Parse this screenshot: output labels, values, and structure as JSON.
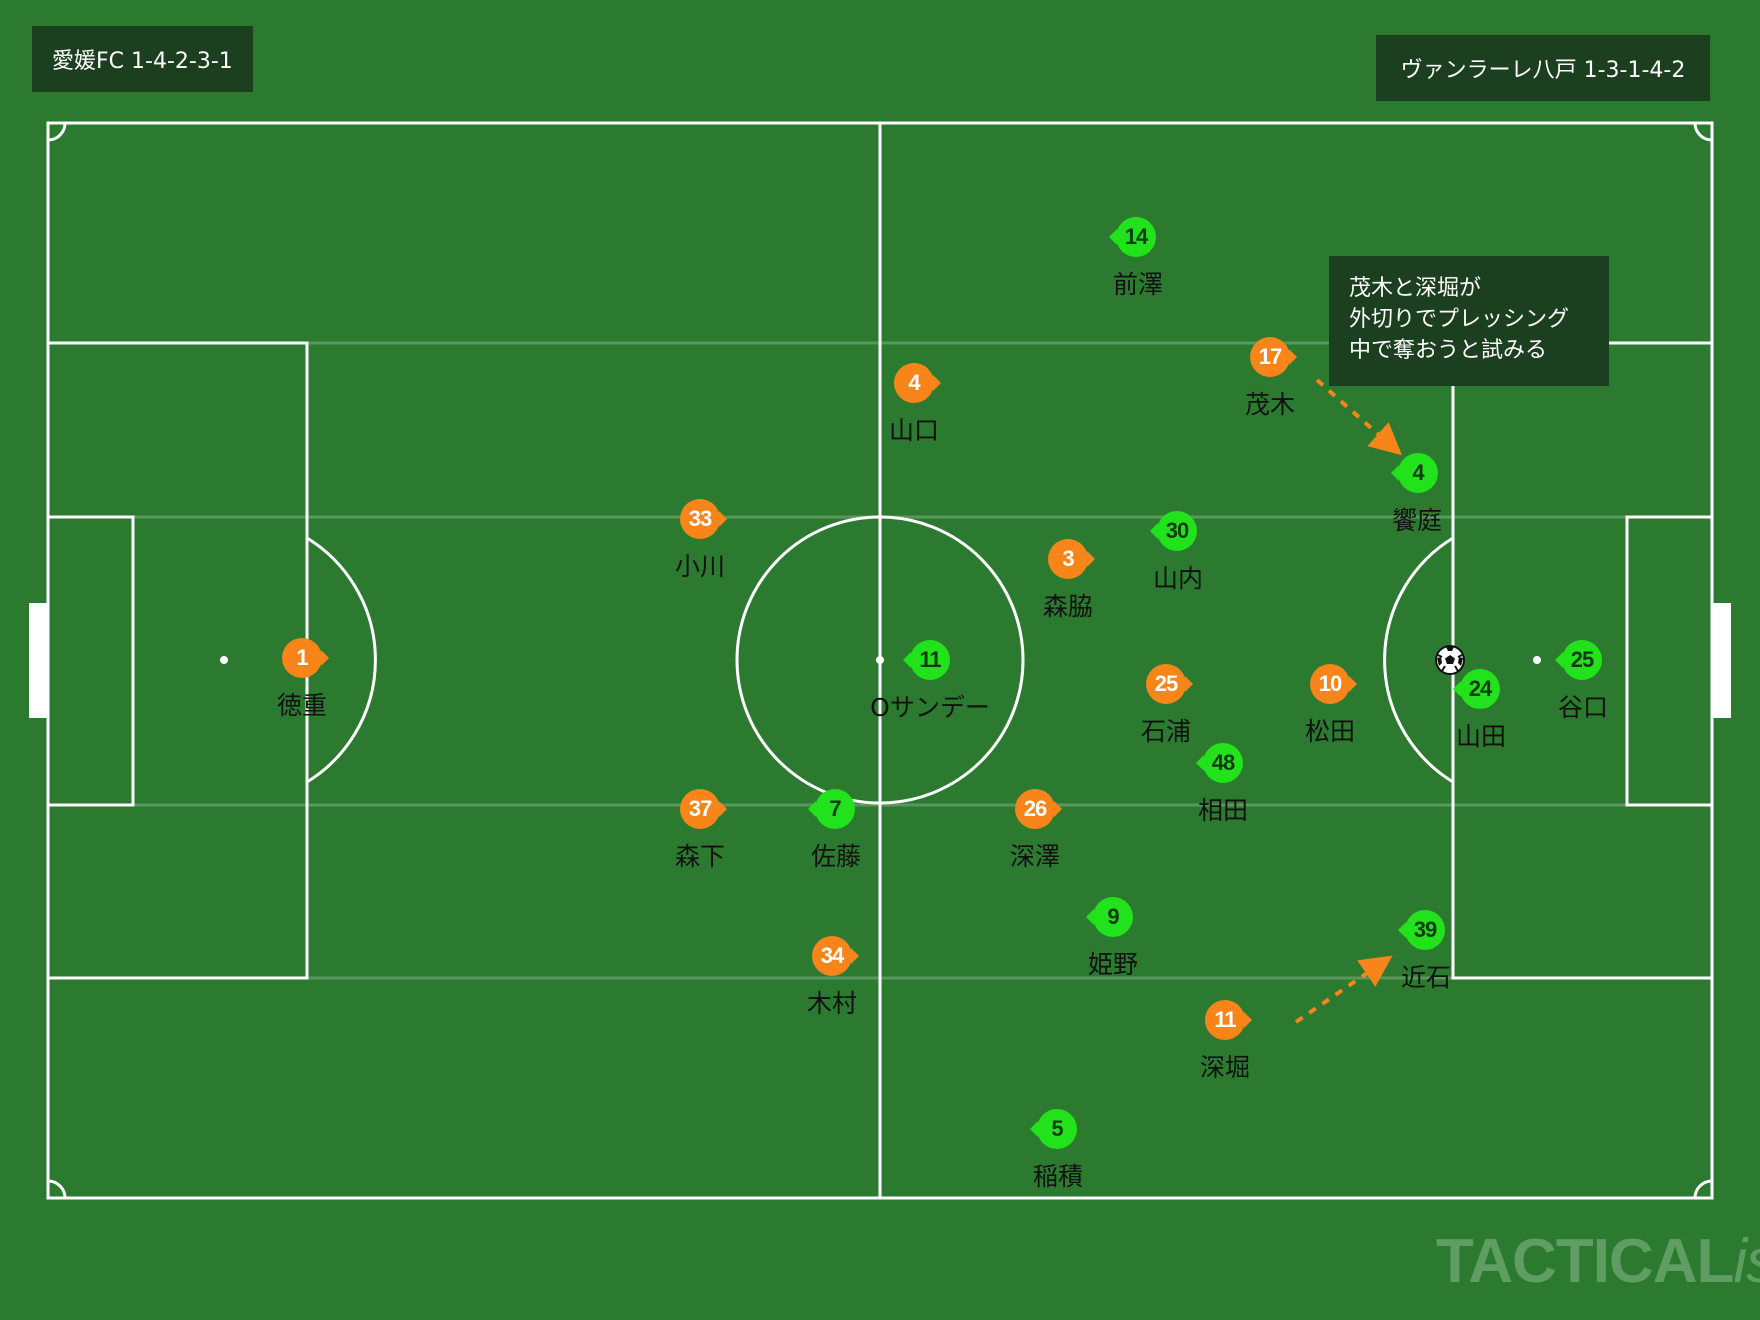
{
  "teams": {
    "home": {
      "label": "愛媛FC 1-4-2-3-1",
      "color": "#f7851a"
    },
    "away": {
      "label": "ヴァンラーレ八戸 1-3-1-4-2",
      "color": "#22e21c"
    }
  },
  "home_players": [
    {
      "number": "1",
      "name": "徳重"
    },
    {
      "number": "33",
      "name": "小川"
    },
    {
      "number": "37",
      "name": "森下"
    },
    {
      "number": "34",
      "name": "木村"
    },
    {
      "number": "4",
      "name": "山口"
    },
    {
      "number": "3",
      "name": "森脇"
    },
    {
      "number": "25",
      "name": "石浦"
    },
    {
      "number": "26",
      "name": "深澤"
    },
    {
      "number": "17",
      "name": "茂木"
    },
    {
      "number": "10",
      "name": "松田"
    },
    {
      "number": "11",
      "name": "深堀"
    }
  ],
  "away_players": [
    {
      "number": "14",
      "name": "前澤"
    },
    {
      "number": "11",
      "name": "Oサンデー"
    },
    {
      "number": "7",
      "name": "佐藤"
    },
    {
      "number": "30",
      "name": "山内"
    },
    {
      "number": "48",
      "name": "相田"
    },
    {
      "number": "9",
      "name": "姫野"
    },
    {
      "number": "5",
      "name": "稲積"
    },
    {
      "number": "4",
      "name": "饗庭"
    },
    {
      "number": "24",
      "name": "山田"
    },
    {
      "number": "39",
      "name": "近石"
    },
    {
      "number": "25",
      "name": "谷口"
    }
  ],
  "annotation": {
    "lines": [
      "茂木と深堀が",
      "外切りでプレッシング",
      "中で奪おうと試みる"
    ]
  },
  "colors": {
    "pitch": "#2b7a30",
    "lines": "#ffffff",
    "label_bg": "#1c3f1f",
    "arrow": "#f7851a"
  },
  "watermark": {
    "brand": "TACTICAL",
    "suffix": "ista"
  }
}
